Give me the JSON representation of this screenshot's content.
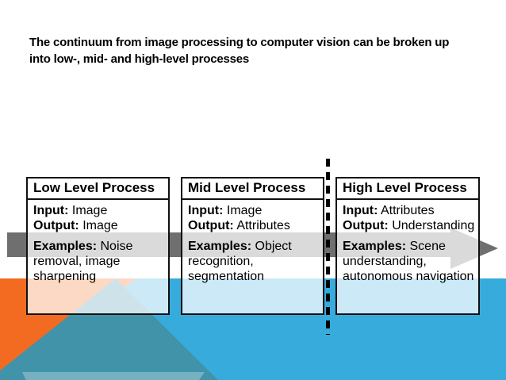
{
  "title": {
    "lines": [
      "The continuum from image processing to computer vision can be broken up",
      "into low-, mid- and high-level processes"
    ]
  },
  "boxes": [
    {
      "id": "low",
      "title": "Low Level Process",
      "input_label": "Input:",
      "input_value": "Image",
      "output_label": "Output:",
      "output_value": "Image",
      "examples_label": "Examples:",
      "examples_value": "Noise removal, image sharpening"
    },
    {
      "id": "mid",
      "title": "Mid Level Process",
      "input_label": "Input:",
      "input_value": "Image",
      "output_label": "Output:",
      "output_value": "Attributes",
      "examples_label": "Examples:",
      "examples_value": "Object recognition, segmentation"
    },
    {
      "id": "high",
      "title": "High Level Process",
      "input_label": "Input:",
      "input_value": "Attributes",
      "output_label": "Output:",
      "output_value": "Understanding",
      "examples_label": "Examples:",
      "examples_value": "Scene understanding, autonomous navigation"
    }
  ],
  "decorations": {
    "flow_arrow": "right-arrow-shape",
    "divider": "vertical-dashed-line"
  },
  "colors": {
    "background_top": "#ffffff",
    "background_bottom_blue": "#37abdc",
    "orange_triangle": "#f26b21",
    "teal_triangle": "#4193a9",
    "arrow_gray": "#6f6f6f",
    "box_border": "#111111",
    "text": "#000000"
  }
}
